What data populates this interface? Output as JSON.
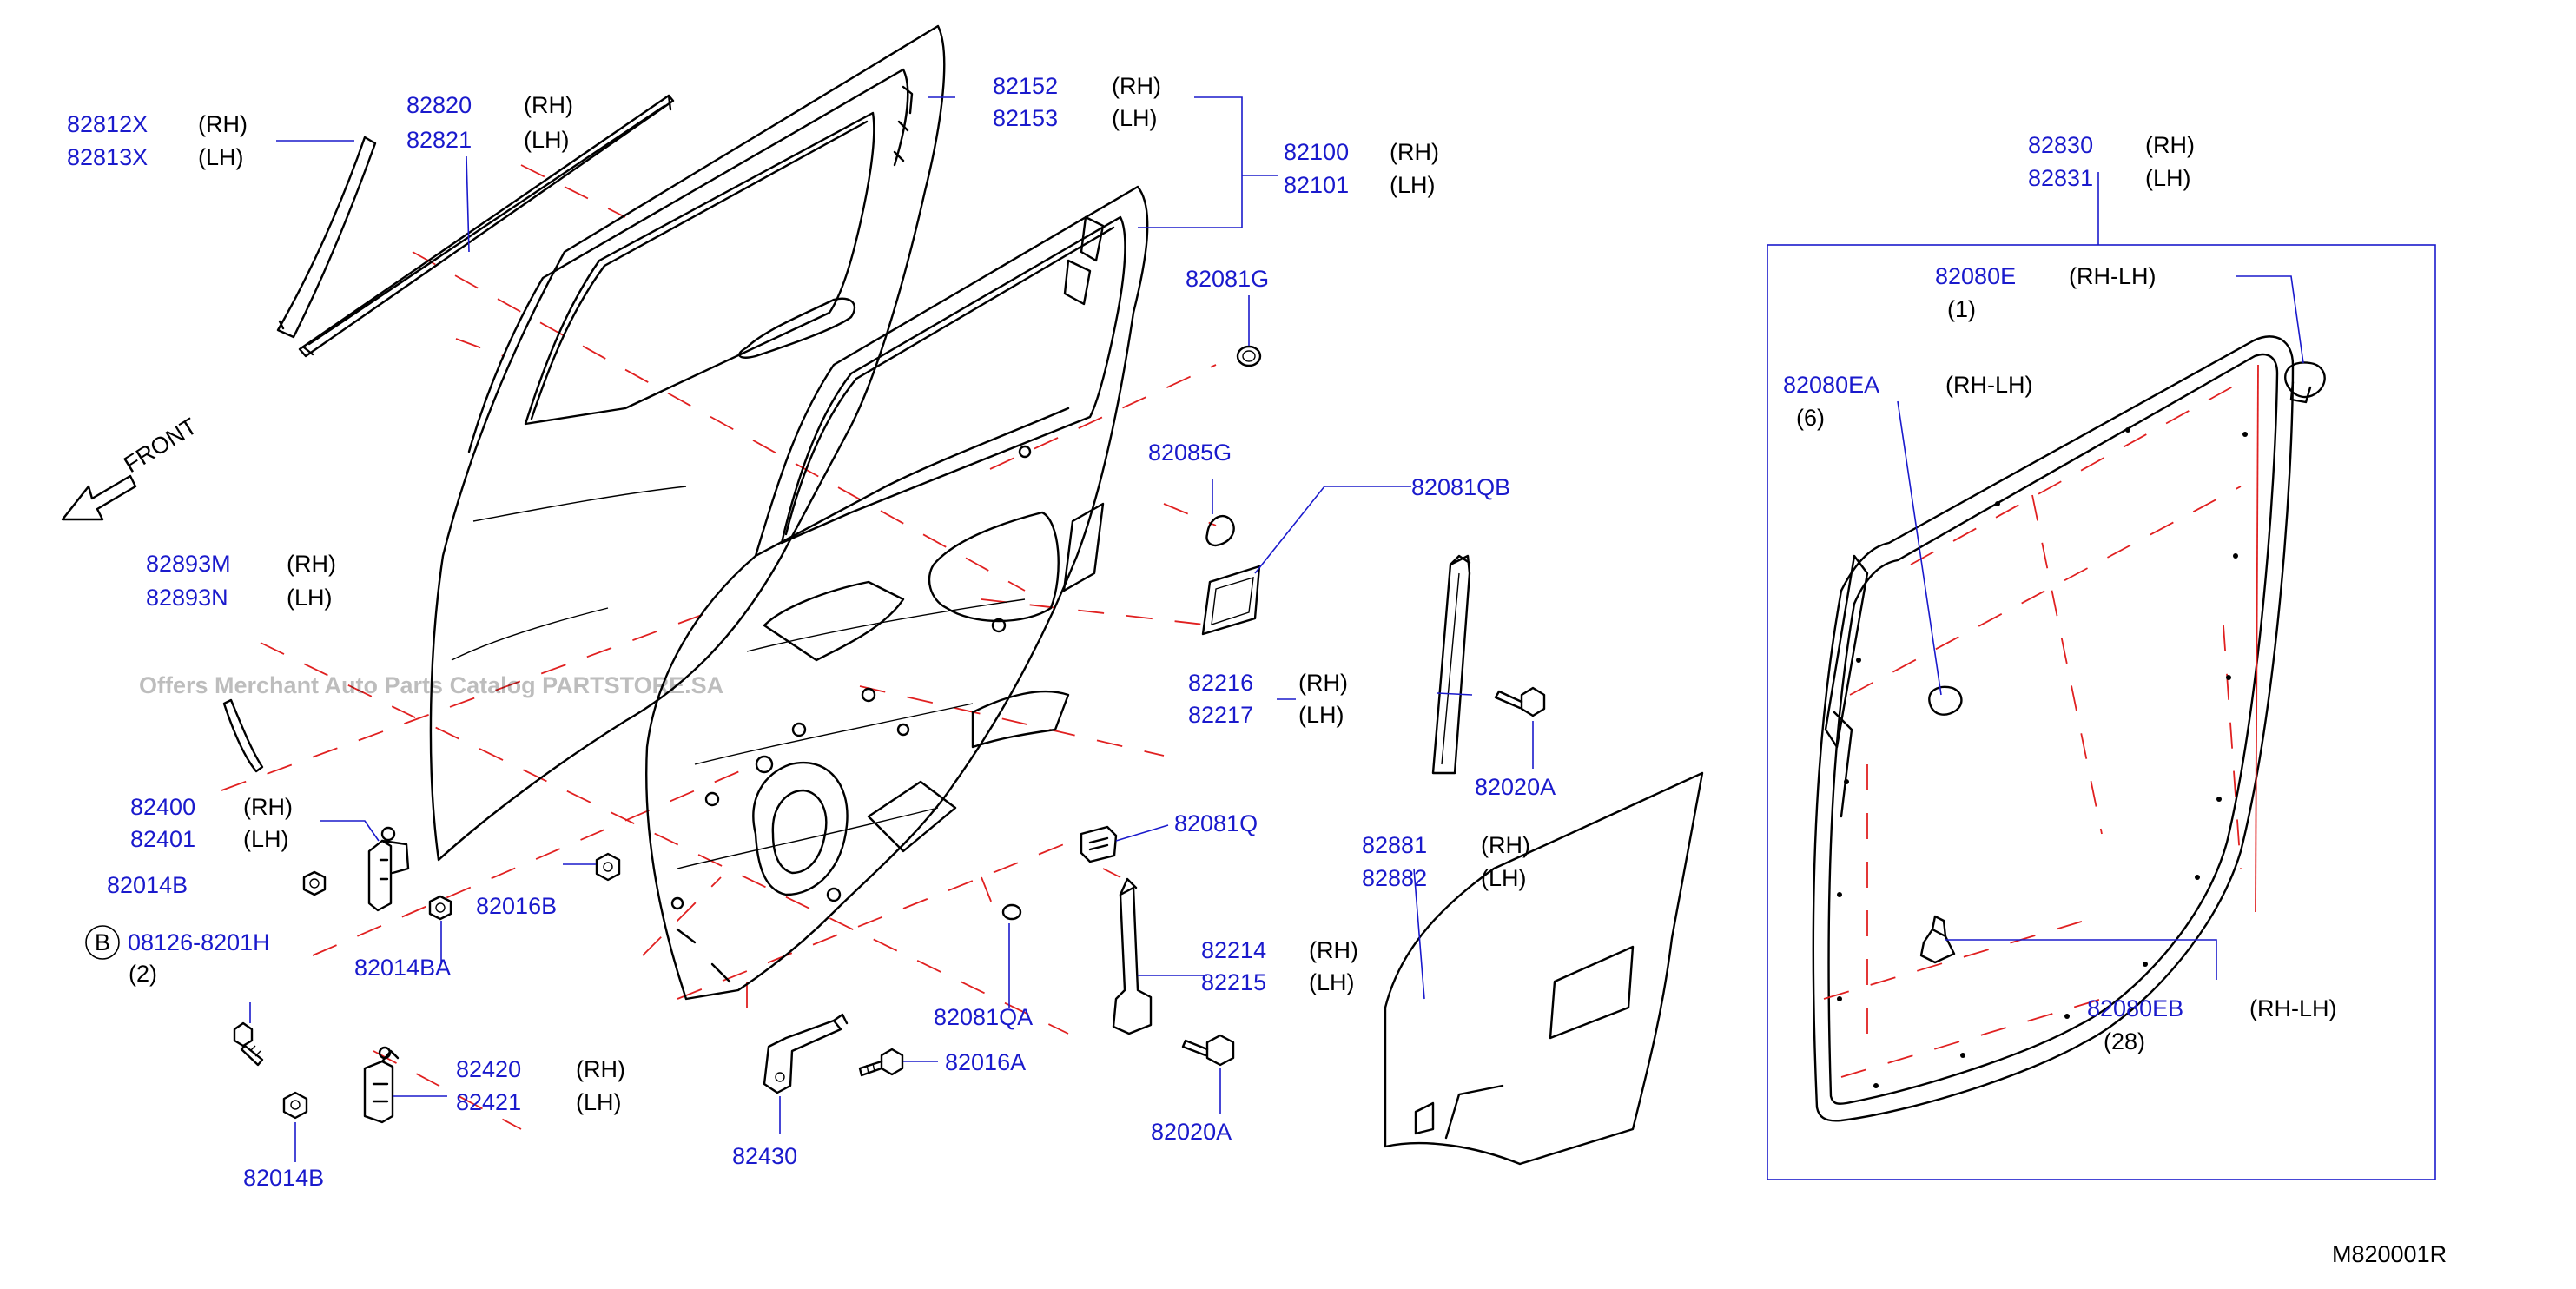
{
  "labels": {
    "p82812X": "82812X",
    "p82813X": "82813X",
    "p82820": "82820",
    "p82821": "82821",
    "p82152": "82152",
    "p82153": "82153",
    "p82100": "82100",
    "p82101": "82101",
    "p82081G": "82081G",
    "p82085G": "82085G",
    "p82081QB": "82081QB",
    "p82893M": "82893M",
    "p82893N": "82893N",
    "p82216": "82216",
    "p82217": "82217",
    "p82020A_top": "82020A",
    "p82400": "82400",
    "p82401": "82401",
    "p82014B_top": "82014B",
    "p82016B": "82016B",
    "p82014BA": "82014BA",
    "p82081Q": "82081Q",
    "p82881": "82881",
    "p82882": "82882",
    "b_circle": "B",
    "p08126": "08126-8201H",
    "qty2": "(2)",
    "p82214": "82214",
    "p82215": "82215",
    "p82081QA": "82081QA",
    "p82420": "82420",
    "p82421": "82421",
    "p82016A": "82016A",
    "p82020A_bot": "82020A",
    "p82014B_bot": "82014B",
    "p82430": "82430",
    "p82830": "82830",
    "p82831": "82831",
    "p82080E": "82080E",
    "qty1": "(1)",
    "p82080EA": "82080EA",
    "qty6": "(6)",
    "p82080EB": "82080EB",
    "qty28": "(28)",
    "front": "FRONT",
    "figure_code": "M820001R"
  },
  "sides": {
    "rh": "(RH)",
    "lh": "(LH)",
    "rhlh": "(RH-LH)"
  },
  "watermark": "Offers Merchant Auto Parts Catalog PARTSTORE.SA",
  "colors": {
    "part_number": "#1a1acc",
    "text": "#000000",
    "alignment_line": "#e02020",
    "outline": "#000000"
  }
}
